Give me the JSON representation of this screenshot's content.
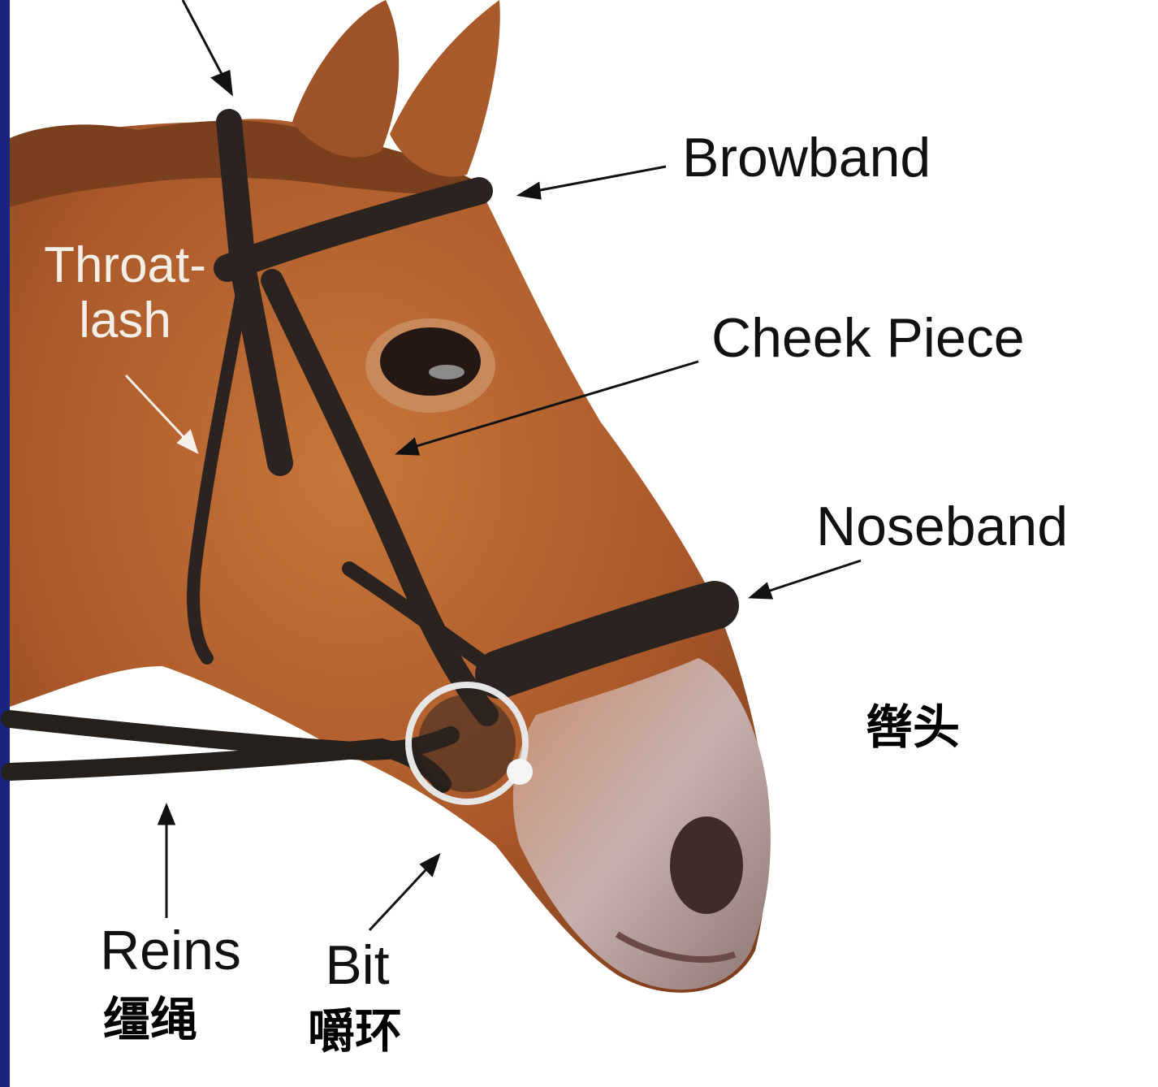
{
  "labels": {
    "browband": "Browband",
    "cheek_piece": "Cheek Piece",
    "noseband": "Noseband",
    "throatlash_line1": "Throat-",
    "throatlash_line2": "lash",
    "reins": "Reins",
    "reins_cn": "缰绳",
    "bit": "Bit",
    "bit_cn": "嚼环",
    "bridle_cn": "辔头"
  },
  "colors": {
    "background": "#ffffff",
    "left_edge_band": "#1a237e",
    "horse_coat": "#b0612c",
    "mane": "#7a3f1c",
    "muzzle": "#c9b2ae",
    "leather": "#2a2320",
    "bit_ring": "#e6e6e6",
    "label_text": "#111111",
    "throatlash_text": "#f3eee6"
  }
}
